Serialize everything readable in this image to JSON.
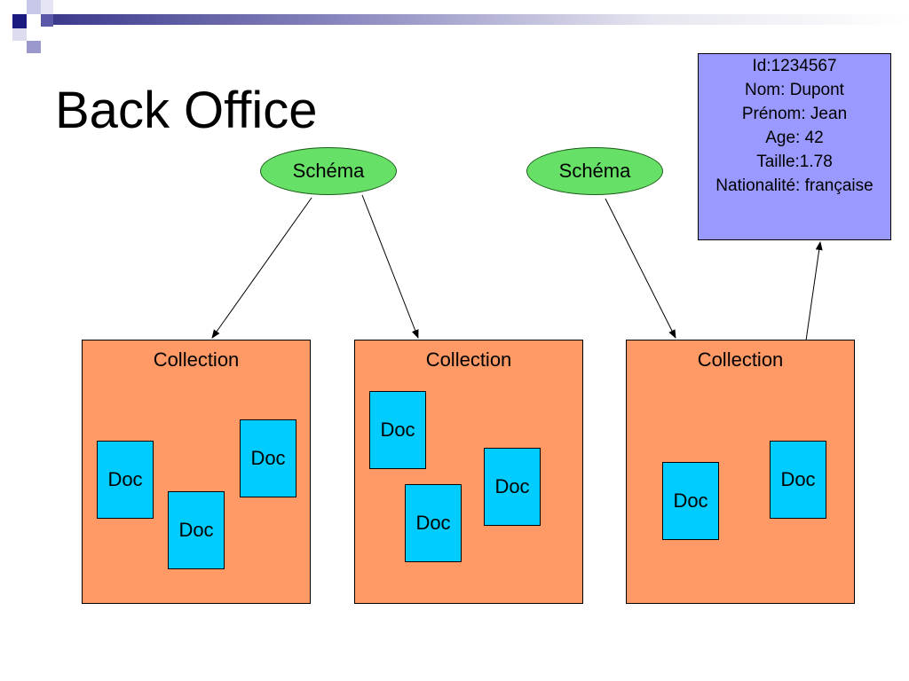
{
  "slide": {
    "title": "Back Office"
  },
  "schemas": [
    {
      "label": "Schéma"
    },
    {
      "label": "Schéma"
    }
  ],
  "collections": [
    {
      "label": "Collection",
      "docs": [
        "Doc",
        "Doc",
        "Doc"
      ]
    },
    {
      "label": "Collection",
      "docs": [
        "Doc",
        "Doc",
        "Doc"
      ]
    },
    {
      "label": "Collection",
      "docs": [
        "Doc",
        "Doc"
      ]
    }
  ],
  "record": {
    "lines": [
      "Id:1234567",
      "Nom: Dupont",
      "Prénom: Jean",
      "Age: 42",
      "Taille:1.78",
      "Nationalité: française"
    ]
  },
  "colors": {
    "schema_fill": "#66e066",
    "collection_fill": "#ff9966",
    "doc_fill": "#00ccff",
    "record_fill": "#9999ff",
    "accent": "#3c3a8c"
  }
}
